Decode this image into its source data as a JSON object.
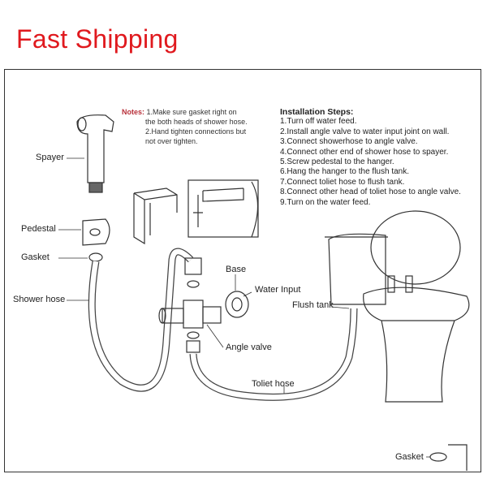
{
  "banner": "Fast Shipping",
  "notes": {
    "label": "Notes:",
    "line1": "1.Make sure gasket right on",
    "line2": "the both heads of shower hose.",
    "line3": "2.Hand tighten connections but",
    "line4": "not over tighten."
  },
  "installation": {
    "title": "Installation Steps:",
    "steps": [
      "1.Turn off water feed.",
      "2.Install angle valve to water input joint on wall.",
      "3.Connect showerhose to angle valve.",
      "4.Connect other end of shower hose to spayer.",
      "5.Screw pedestal to the hanger.",
      "6.Hang the hanger to the flush tank.",
      "7.Connect toliet hose to flush tank.",
      "8.Connect other head of toliet hose to angle valve.",
      "9.Turn on the water feed."
    ]
  },
  "labels": {
    "sprayer": "Spayer",
    "pedestal": "Pedestal",
    "gasket": "Gasket",
    "shower_hose": "Shower hose",
    "base": "Base",
    "water_input": "Water Input",
    "flush_tank": "Flush tank",
    "angle_valve": "Angle valve",
    "toilet_hose": "Toliet hose",
    "gasket_bottom": "Gasket"
  }
}
